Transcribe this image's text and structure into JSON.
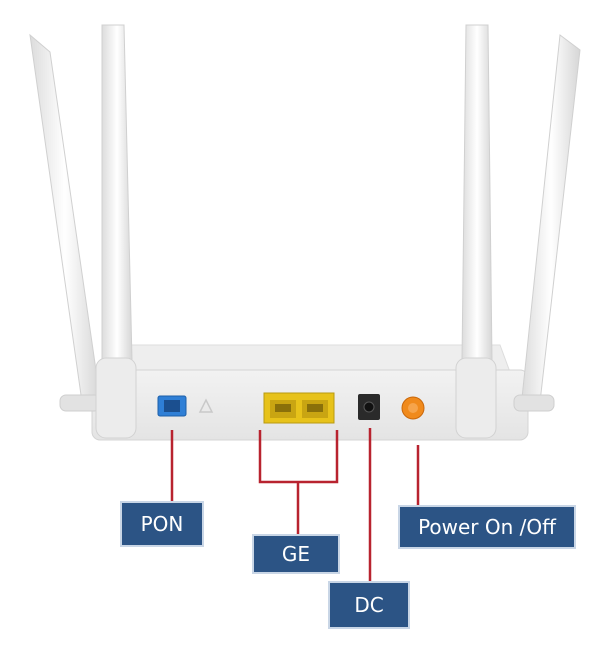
{
  "labels": {
    "pon": "PON",
    "ge": "GE",
    "dc": "DC",
    "power": "Power On /Off"
  },
  "colors": {
    "label_box": "#2c5485",
    "connector_line": "#b8232f",
    "router_body": "#f7f7f7",
    "antenna": "#f4f4f4",
    "pon_port": "#2f7fd6",
    "ge_ports": "#e7c21a",
    "dc_jack": "#2a2a2a",
    "power_button": "#f08a1c"
  },
  "icons": {
    "pon": "fiber-sc-port-icon",
    "ge": "ethernet-rj45-port-icon",
    "dc": "dc-power-jack-icon",
    "power": "power-button-icon"
  }
}
